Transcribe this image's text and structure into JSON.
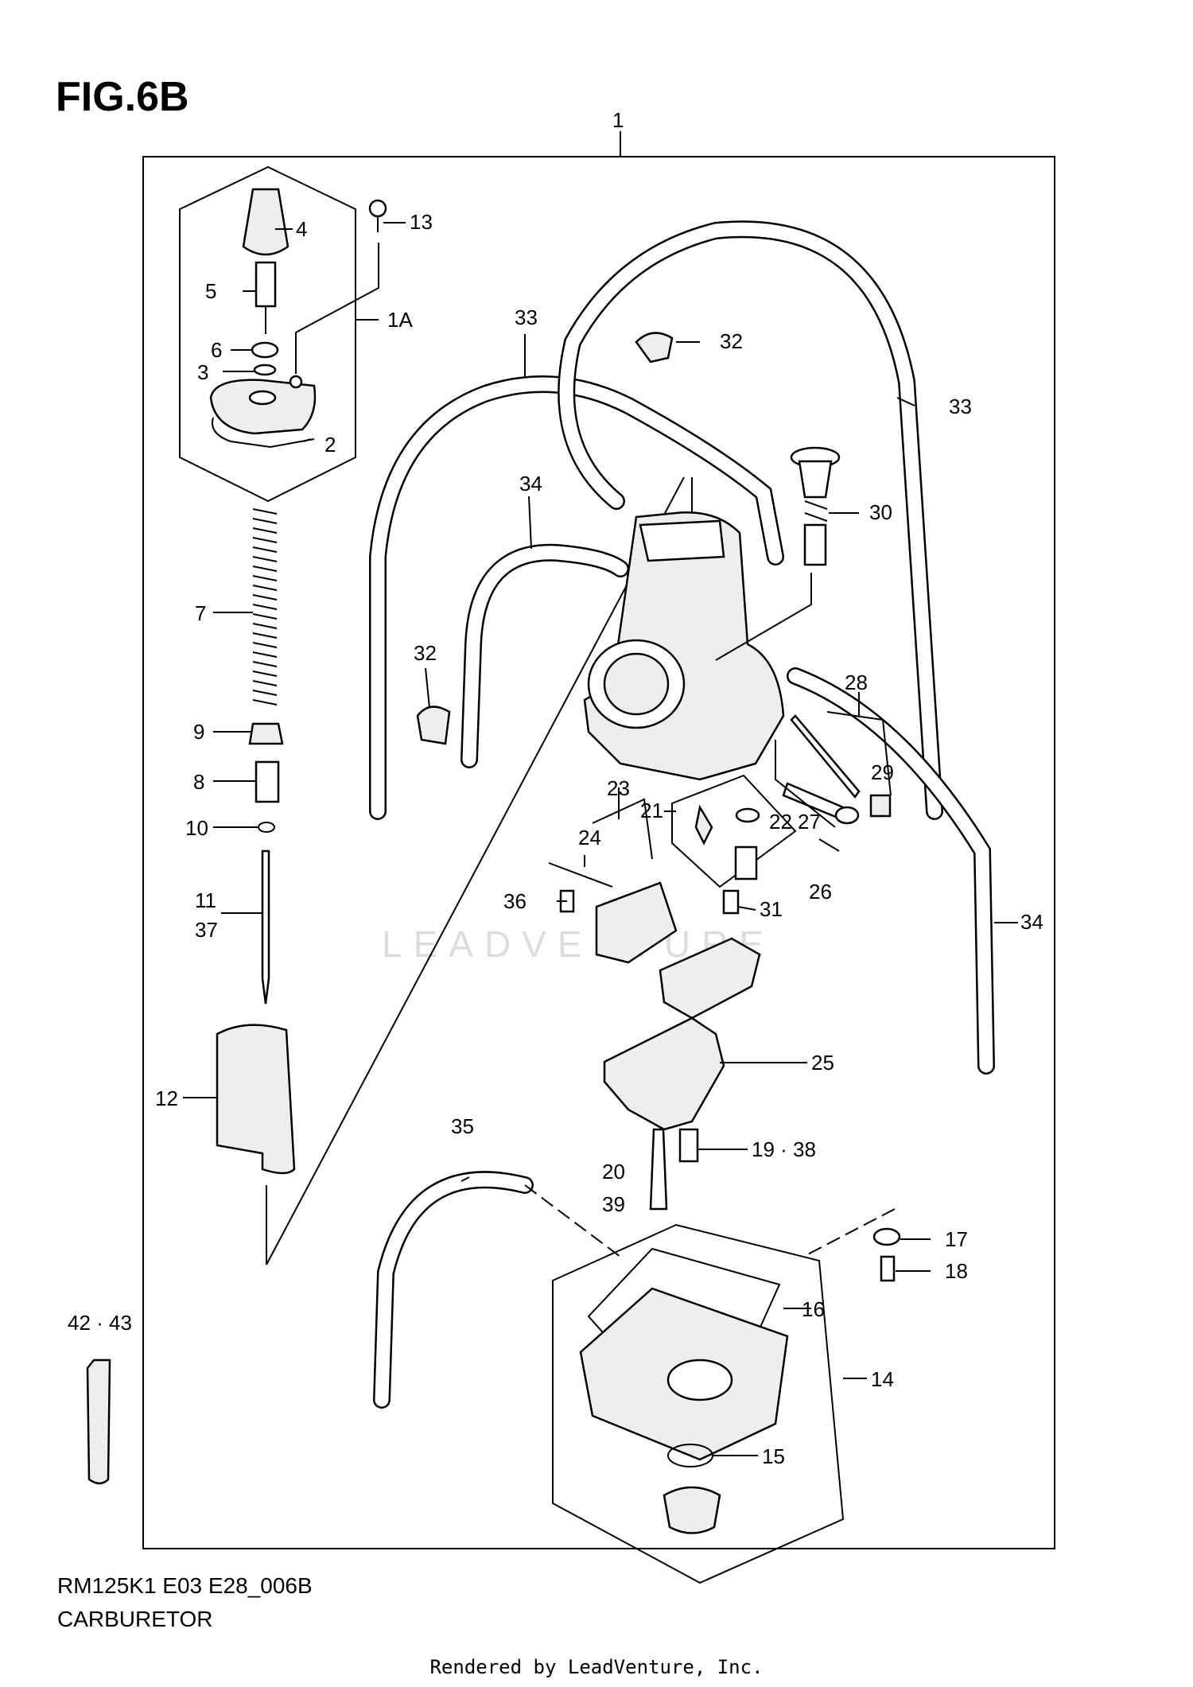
{
  "figure": {
    "title": "FIG.6B",
    "model_code": "RM125K1 E03 E28_006B",
    "name": "CARBURETOR",
    "credit": "Rendered by LeadVenture, Inc.",
    "watermark": "LEADVENTURE"
  },
  "callouts": {
    "c1": "1",
    "c1a": "1A",
    "c2": "2",
    "c3": "3",
    "c4": "4",
    "c5": "5",
    "c6": "6",
    "c7": "7",
    "c8": "8",
    "c9": "9",
    "c10": "10",
    "c11": "11",
    "c37": "37",
    "c12": "12",
    "c13": "13",
    "c14": "14",
    "c15": "15",
    "c16": "16",
    "c17": "17",
    "c18": "18",
    "c19_38": "19 · 38",
    "c20": "20",
    "c39": "39",
    "c21": "21",
    "c22": "22",
    "c23": "23",
    "c24": "24",
    "c25": "25",
    "c26": "26",
    "c27": "27",
    "c28": "28",
    "c29": "29",
    "c30": "30",
    "c31": "31",
    "c32a": "32",
    "c32b": "32",
    "c33a": "33",
    "c33b": "33",
    "c34a": "34",
    "c34b": "34",
    "c35": "35",
    "c36": "36",
    "c42_43": "42 · 43"
  }
}
